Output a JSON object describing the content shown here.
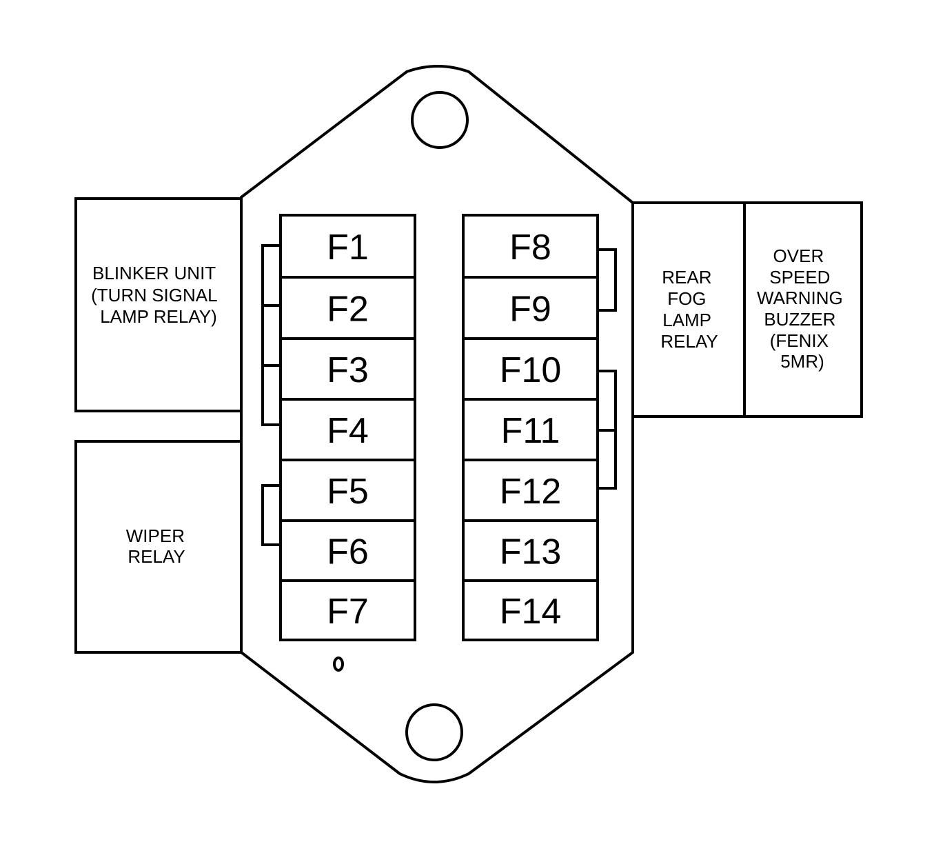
{
  "relays": {
    "blinker": {
      "lines": [
        "BLINKER UNIT",
        "(TURN SIGNAL",
        "LAMP RELAY)"
      ]
    },
    "wiper": {
      "lines": [
        "WIPER",
        "RELAY"
      ]
    },
    "rear_fog": {
      "lines": [
        "REAR",
        "FOG",
        "LAMP",
        "RELAY"
      ]
    },
    "buzzer": {
      "lines": [
        "OVER",
        "SPEED",
        "WARNING",
        "BUZZER",
        "(FENIX",
        "5MR)"
      ]
    }
  },
  "fuses": {
    "left": [
      "F1",
      "F2",
      "F3",
      "F4",
      "F5",
      "F6",
      "F7"
    ],
    "right": [
      "F8",
      "F9",
      "F10",
      "F11",
      "F12",
      "F13",
      "F14"
    ]
  }
}
